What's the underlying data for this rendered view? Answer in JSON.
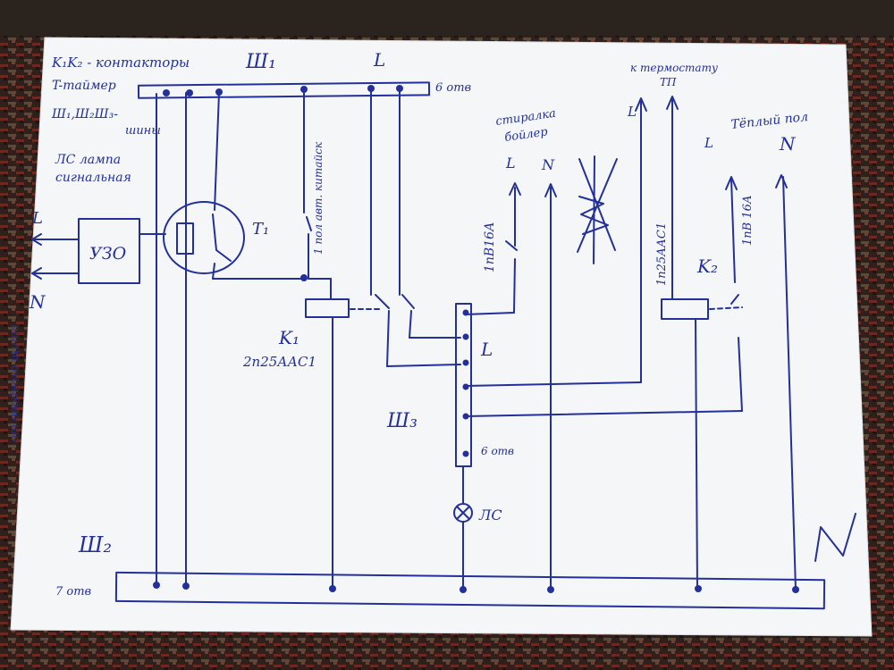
{
  "labels": {
    "legend_k": "K₁K₂ - контакторы",
    "legend_t": "T-таймер",
    "legend_bus": "Ш₁,Ш₂Ш₃-",
    "legend_bus2": "шины",
    "legend_lamp1": "ЛС лампа",
    "legend_lamp2": "сигнальная",
    "bus1": "Ш₁",
    "bus1_L": "L",
    "bus1_holes": "6 отв",
    "bus2": "Ш₂",
    "bus2_holes": "7 отв",
    "bus3": "Ш₃",
    "bus3_holes": "6 отв",
    "bus3_L": "L",
    "uzo": "УЗО",
    "in_L": "L",
    "in_N": "N",
    "input_note": "от вводного щита",
    "timer": "T₁",
    "breaker1": "1 пол авт. китайск",
    "k1": "K₁",
    "k1_model": "2п25ААС1",
    "wash_1": "стиралка",
    "wash_2": "бойлер",
    "wash_L": "L",
    "wash_N": "N",
    "breaker2": "1пВ16А",
    "lamp": "ЛС",
    "thermo_1": "к термостату",
    "thermo_2": "ТП",
    "thermo_L": "L",
    "k2_model": "1п25ААС1",
    "k2": "K₂",
    "floor": "Тёплый пол",
    "floor_L": "L",
    "floor_N": "N",
    "breaker3": "1пВ 16А",
    "big_N": "N"
  },
  "colors": {
    "ink": "#24309a",
    "paper": "#f4f6f8",
    "carpet": "#2e1f1c"
  }
}
